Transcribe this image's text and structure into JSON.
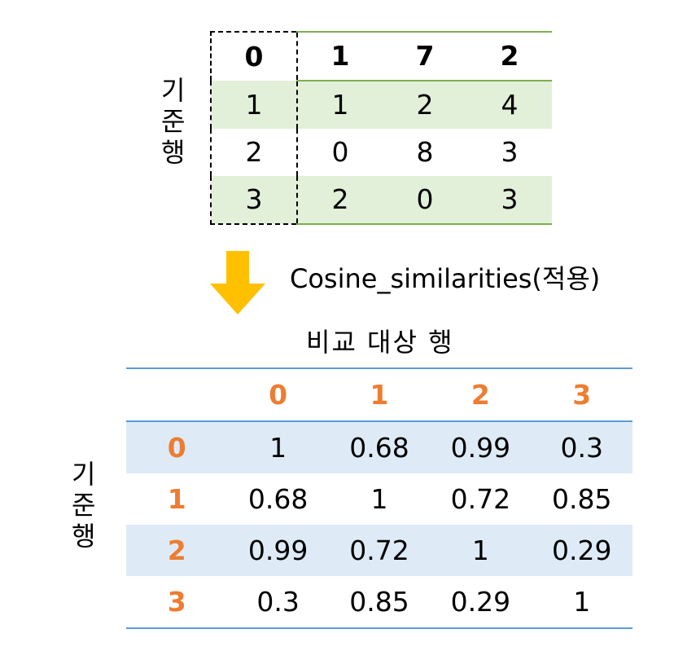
{
  "input_table": {
    "header": [
      "0",
      "1",
      "7",
      "2"
    ],
    "rows": [
      [
        "1",
        "1",
        "2",
        "4"
      ],
      [
        "2",
        "0",
        "8",
        "3"
      ],
      [
        "3",
        "2",
        "0",
        "3"
      ]
    ],
    "row_label_chars": [
      "기",
      "준",
      "행"
    ]
  },
  "operation_label": "Cosine_similarities(적용)",
  "result_table": {
    "column_title": "비교 대상 행",
    "row_label_chars": [
      "기",
      "준",
      "행"
    ],
    "headers": [
      "0",
      "1",
      "2",
      "3"
    ],
    "rows": [
      {
        "label": "0",
        "values": [
          "1",
          "0.68",
          "0.99",
          "0.3"
        ]
      },
      {
        "label": "1",
        "values": [
          "0.68",
          "1",
          "0.72",
          "0.85"
        ]
      },
      {
        "label": "2",
        "values": [
          "0.99",
          "0.72",
          "1",
          "0.29"
        ]
      },
      {
        "label": "3",
        "values": [
          "0.3",
          "0.85",
          "0.29",
          "1"
        ]
      }
    ]
  },
  "colors": {
    "green_rule": "#7db04f",
    "green_fill": "#e2efd9",
    "blue_rule": "#5b9bd5",
    "blue_fill": "#deebf7",
    "orange": "#ed7d31",
    "arrow": "#ffc000"
  }
}
